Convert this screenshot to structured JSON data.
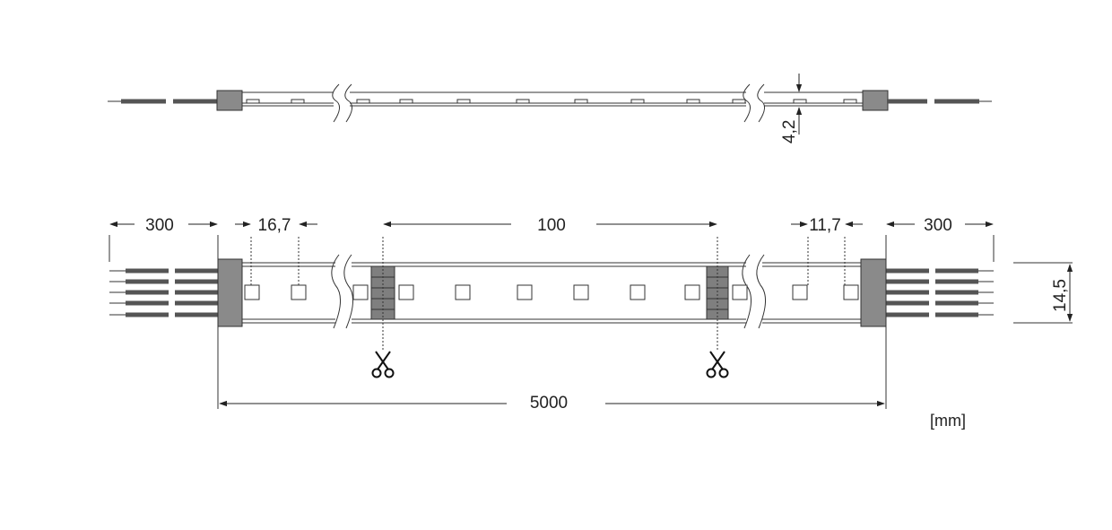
{
  "top_view": {
    "thickness": "4,2"
  },
  "bottom_view": {
    "wire_length_left": "300",
    "first_led_offset": "16,7",
    "cut_segment": "100",
    "last_led_offset": "11,7",
    "wire_length_right": "300",
    "strip_width": "14,5",
    "total_length": "5000"
  },
  "unit_label": "[mm]",
  "colors": {
    "line": "#333333",
    "connector": "#8a8a8a",
    "wire": "#555555",
    "cut_pad": "#7f7f7f"
  },
  "icons": [
    "scissors-icon",
    "scissors-icon"
  ]
}
